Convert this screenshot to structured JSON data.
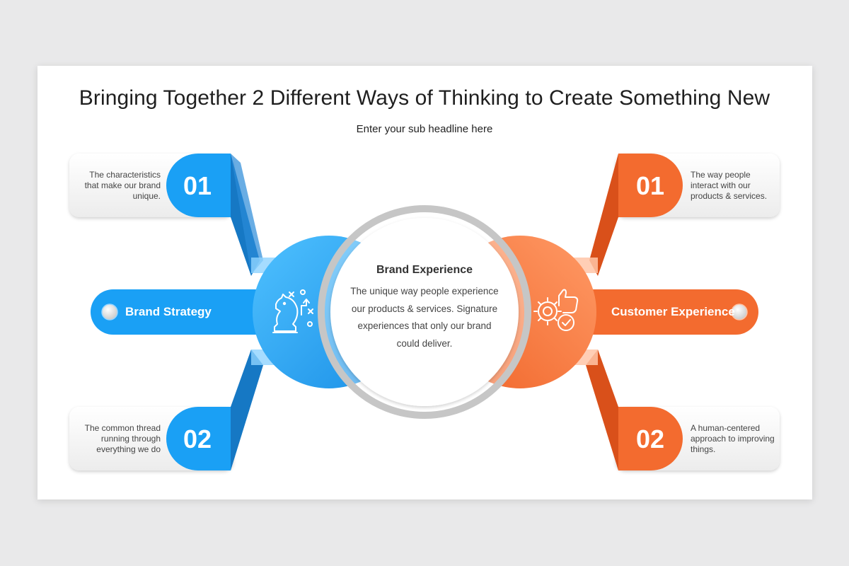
{
  "header": {
    "title": "Bringing Together 2 Different Ways of Thinking to Create Something New",
    "subtitle": "Enter your sub headline here"
  },
  "center": {
    "title": "Brand Experience",
    "body": "The unique way people experience our products & services. Signature experiences that only our brand could deliver."
  },
  "left": {
    "label": "Brand Strategy",
    "icon": "chess-knight-strategy-icon",
    "color": "#1e9bf0",
    "items": [
      {
        "number": "01",
        "text": "The characteristics that make our brand unique."
      },
      {
        "number": "02",
        "text": "The common thread running through everything we do"
      }
    ]
  },
  "right": {
    "label": "Customer Experience",
    "icon": "gear-thumbs-up-icon",
    "color": "#f36b2f",
    "items": [
      {
        "number": "01",
        "text": "The way people interact with our products & services."
      },
      {
        "number": "02",
        "text": "A human-centered approach to improving things."
      }
    ]
  }
}
